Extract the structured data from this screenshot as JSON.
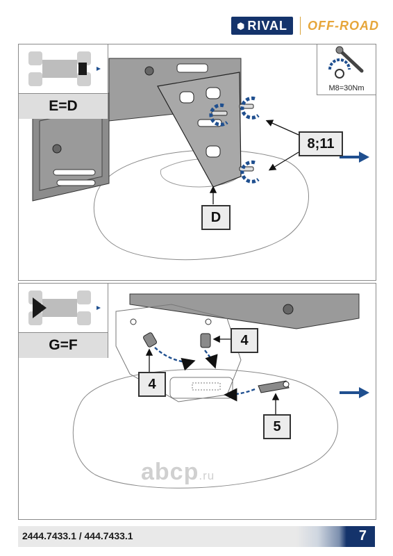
{
  "header": {
    "brand": "RIVAL",
    "brand_sub": "OFF-ROAD"
  },
  "panel1": {
    "thumb_caption": "E=D",
    "torque": "M8=30Nm",
    "callout_bolts": "8;11",
    "callout_part": "D"
  },
  "panel2": {
    "thumb_caption": "G=F",
    "callout_a": "4",
    "callout_b": "4",
    "callout_c": "5"
  },
  "footer": {
    "code": "2444.7433.1 / 444.7433.1",
    "page": "7"
  },
  "watermark": {
    "text": "abcp",
    "suffix": ".ru"
  },
  "colors": {
    "brand_blue": "#14336b",
    "accent_orange": "#e6a63a",
    "arrow_blue": "#1f4f8f"
  }
}
